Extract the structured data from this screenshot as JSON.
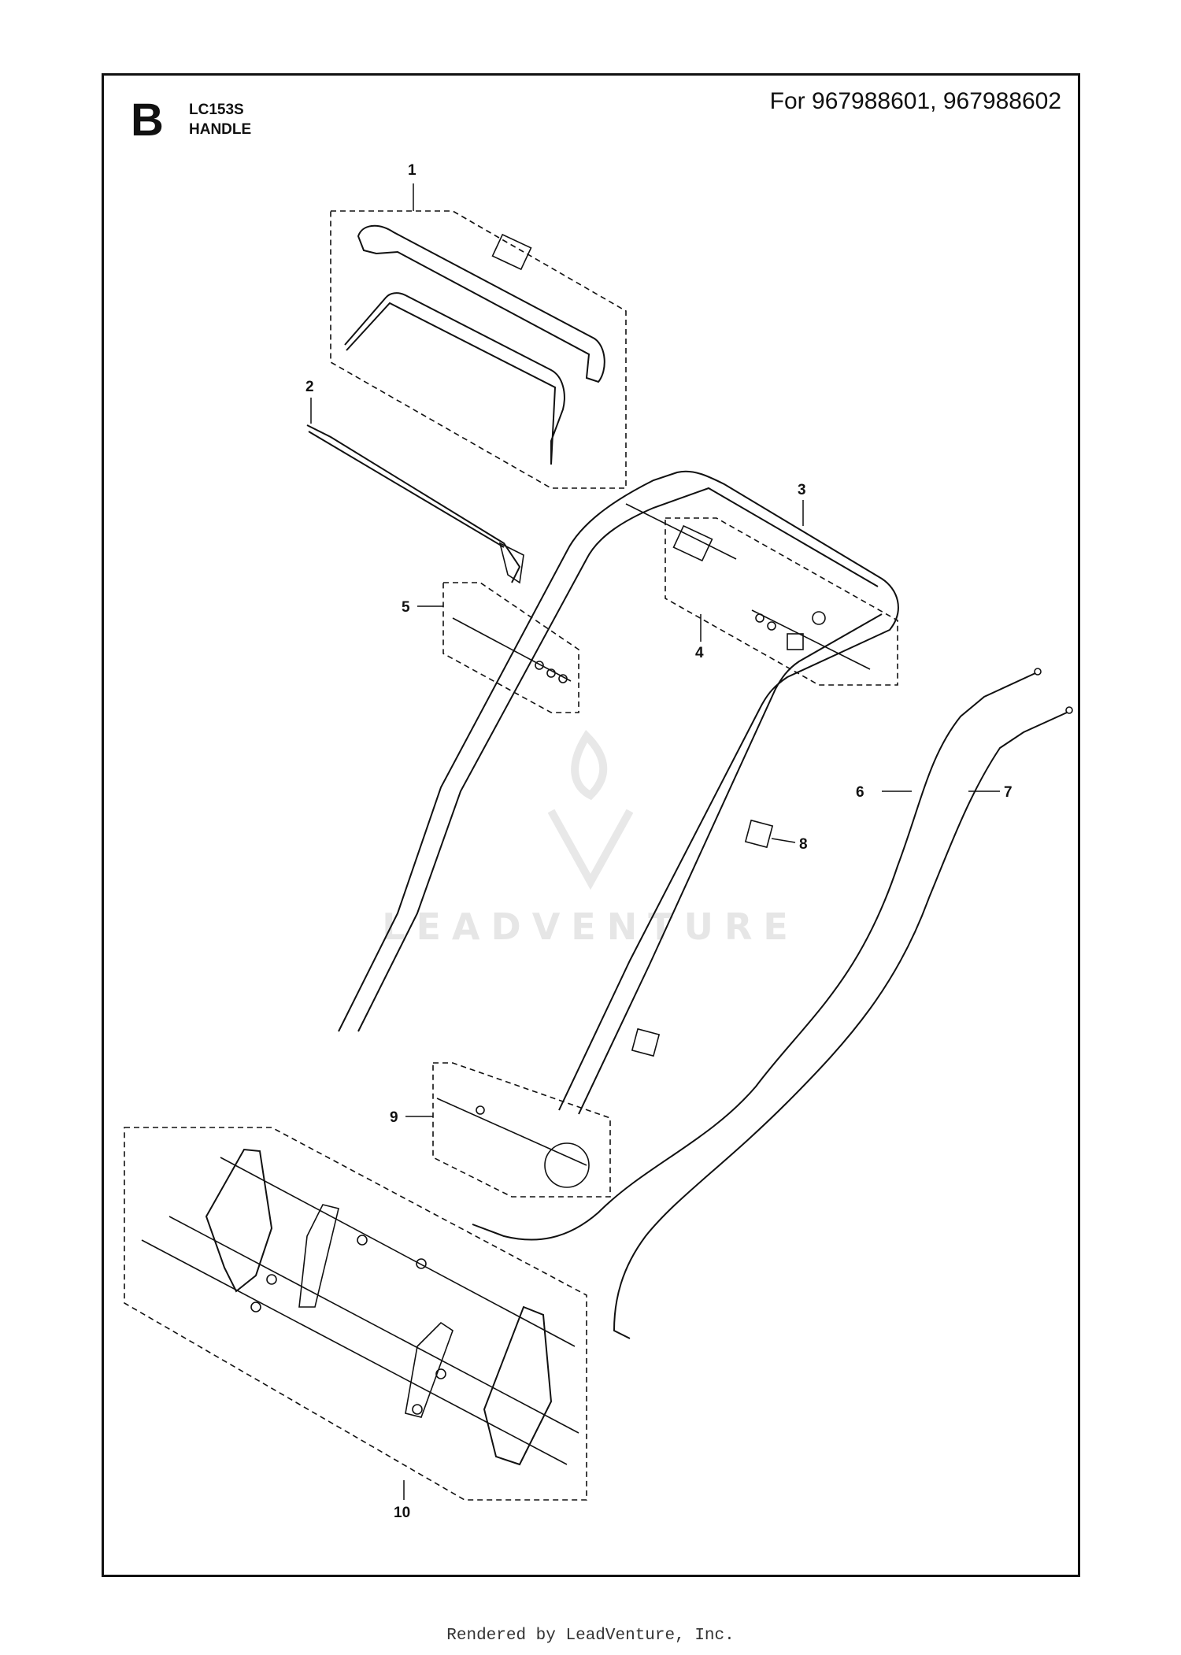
{
  "header": {
    "section_letter": "B",
    "model": "LC153S",
    "assembly": "HANDLE",
    "applies_to": "For 967988601, 967988602"
  },
  "watermark": "LEADVENTURE",
  "footer": "Rendered by LeadVenture, Inc.",
  "callouts": [
    "1",
    "2",
    "3",
    "4",
    "5",
    "6",
    "7",
    "8",
    "9",
    "10"
  ]
}
